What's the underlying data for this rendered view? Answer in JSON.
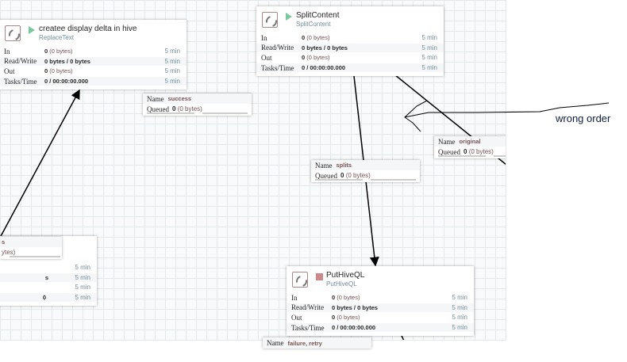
{
  "processors": [
    {
      "name": "createe display delta in hive",
      "type": "ReplaceText",
      "state": "running",
      "stats": {
        "in": "0",
        "in_bytes": "(0 bytes)",
        "rw": "0 bytes / 0 bytes",
        "out": "0",
        "out_bytes": "(0 bytes)",
        "tasks": "0 / 00:00:00.000"
      }
    },
    {
      "name": "SplitContent",
      "type": "SplitContent",
      "state": "running",
      "stats": {
        "in": "0",
        "in_bytes": "(0 bytes)",
        "rw": "0 bytes / 0 bytes",
        "out": "0",
        "out_bytes": "(0 bytes)",
        "tasks": "0 / 00:00:00.000"
      }
    },
    {
      "name": "PutHiveQL",
      "type": "PutHiveQL",
      "state": "stopped",
      "stats": {
        "in": "0",
        "in_bytes": "(0 bytes)",
        "rw": "0 bytes / 0 bytes",
        "out": "0",
        "out_bytes": "(0 bytes)",
        "tasks": "0 / 00:00:00.000"
      }
    }
  ],
  "labels": {
    "in": "In",
    "rw": "Read/Write",
    "out": "Out",
    "tasks": "Tasks/Time",
    "window": "5 min",
    "name": "Name",
    "queued": "Queued"
  },
  "connections": [
    {
      "name": "success",
      "queued": "0",
      "queued_bytes": "(0 bytes)"
    },
    {
      "name": "original",
      "queued": "0",
      "queued_bytes": "(0 bytes)"
    },
    {
      "name": "splits",
      "queued": "0",
      "queued_bytes": "(0 bytes)"
    },
    {
      "name": "failure, retry"
    }
  ],
  "partial": {
    "conn_name": "s",
    "conn_queued": "ytes)",
    "rw_tail": "s",
    "tasks_tail": "0"
  },
  "annotation": "wrong order",
  "colors": {
    "running": "#7dc7a0",
    "stopped": "#c88",
    "accent": "#775351"
  }
}
